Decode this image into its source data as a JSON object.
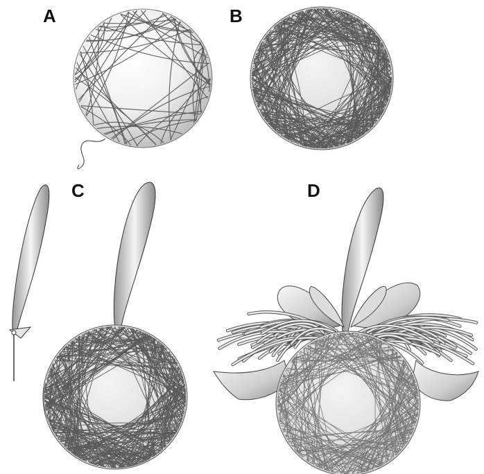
{
  "panels": [
    {
      "id": "a",
      "label": "A"
    },
    {
      "id": "b",
      "label": "B"
    },
    {
      "id": "c",
      "label": "C"
    },
    {
      "id": "d",
      "label": "D"
    }
  ],
  "colors": {
    "background": "#ffffff",
    "string": "#5a5a5a",
    "balloon_light": "#ffffff",
    "balloon_shade": "#bdbdbd",
    "ribbon_light": "#f2f2f2",
    "ribbon_shade": "#8a8a8a",
    "outline": "#3a3a3a"
  }
}
